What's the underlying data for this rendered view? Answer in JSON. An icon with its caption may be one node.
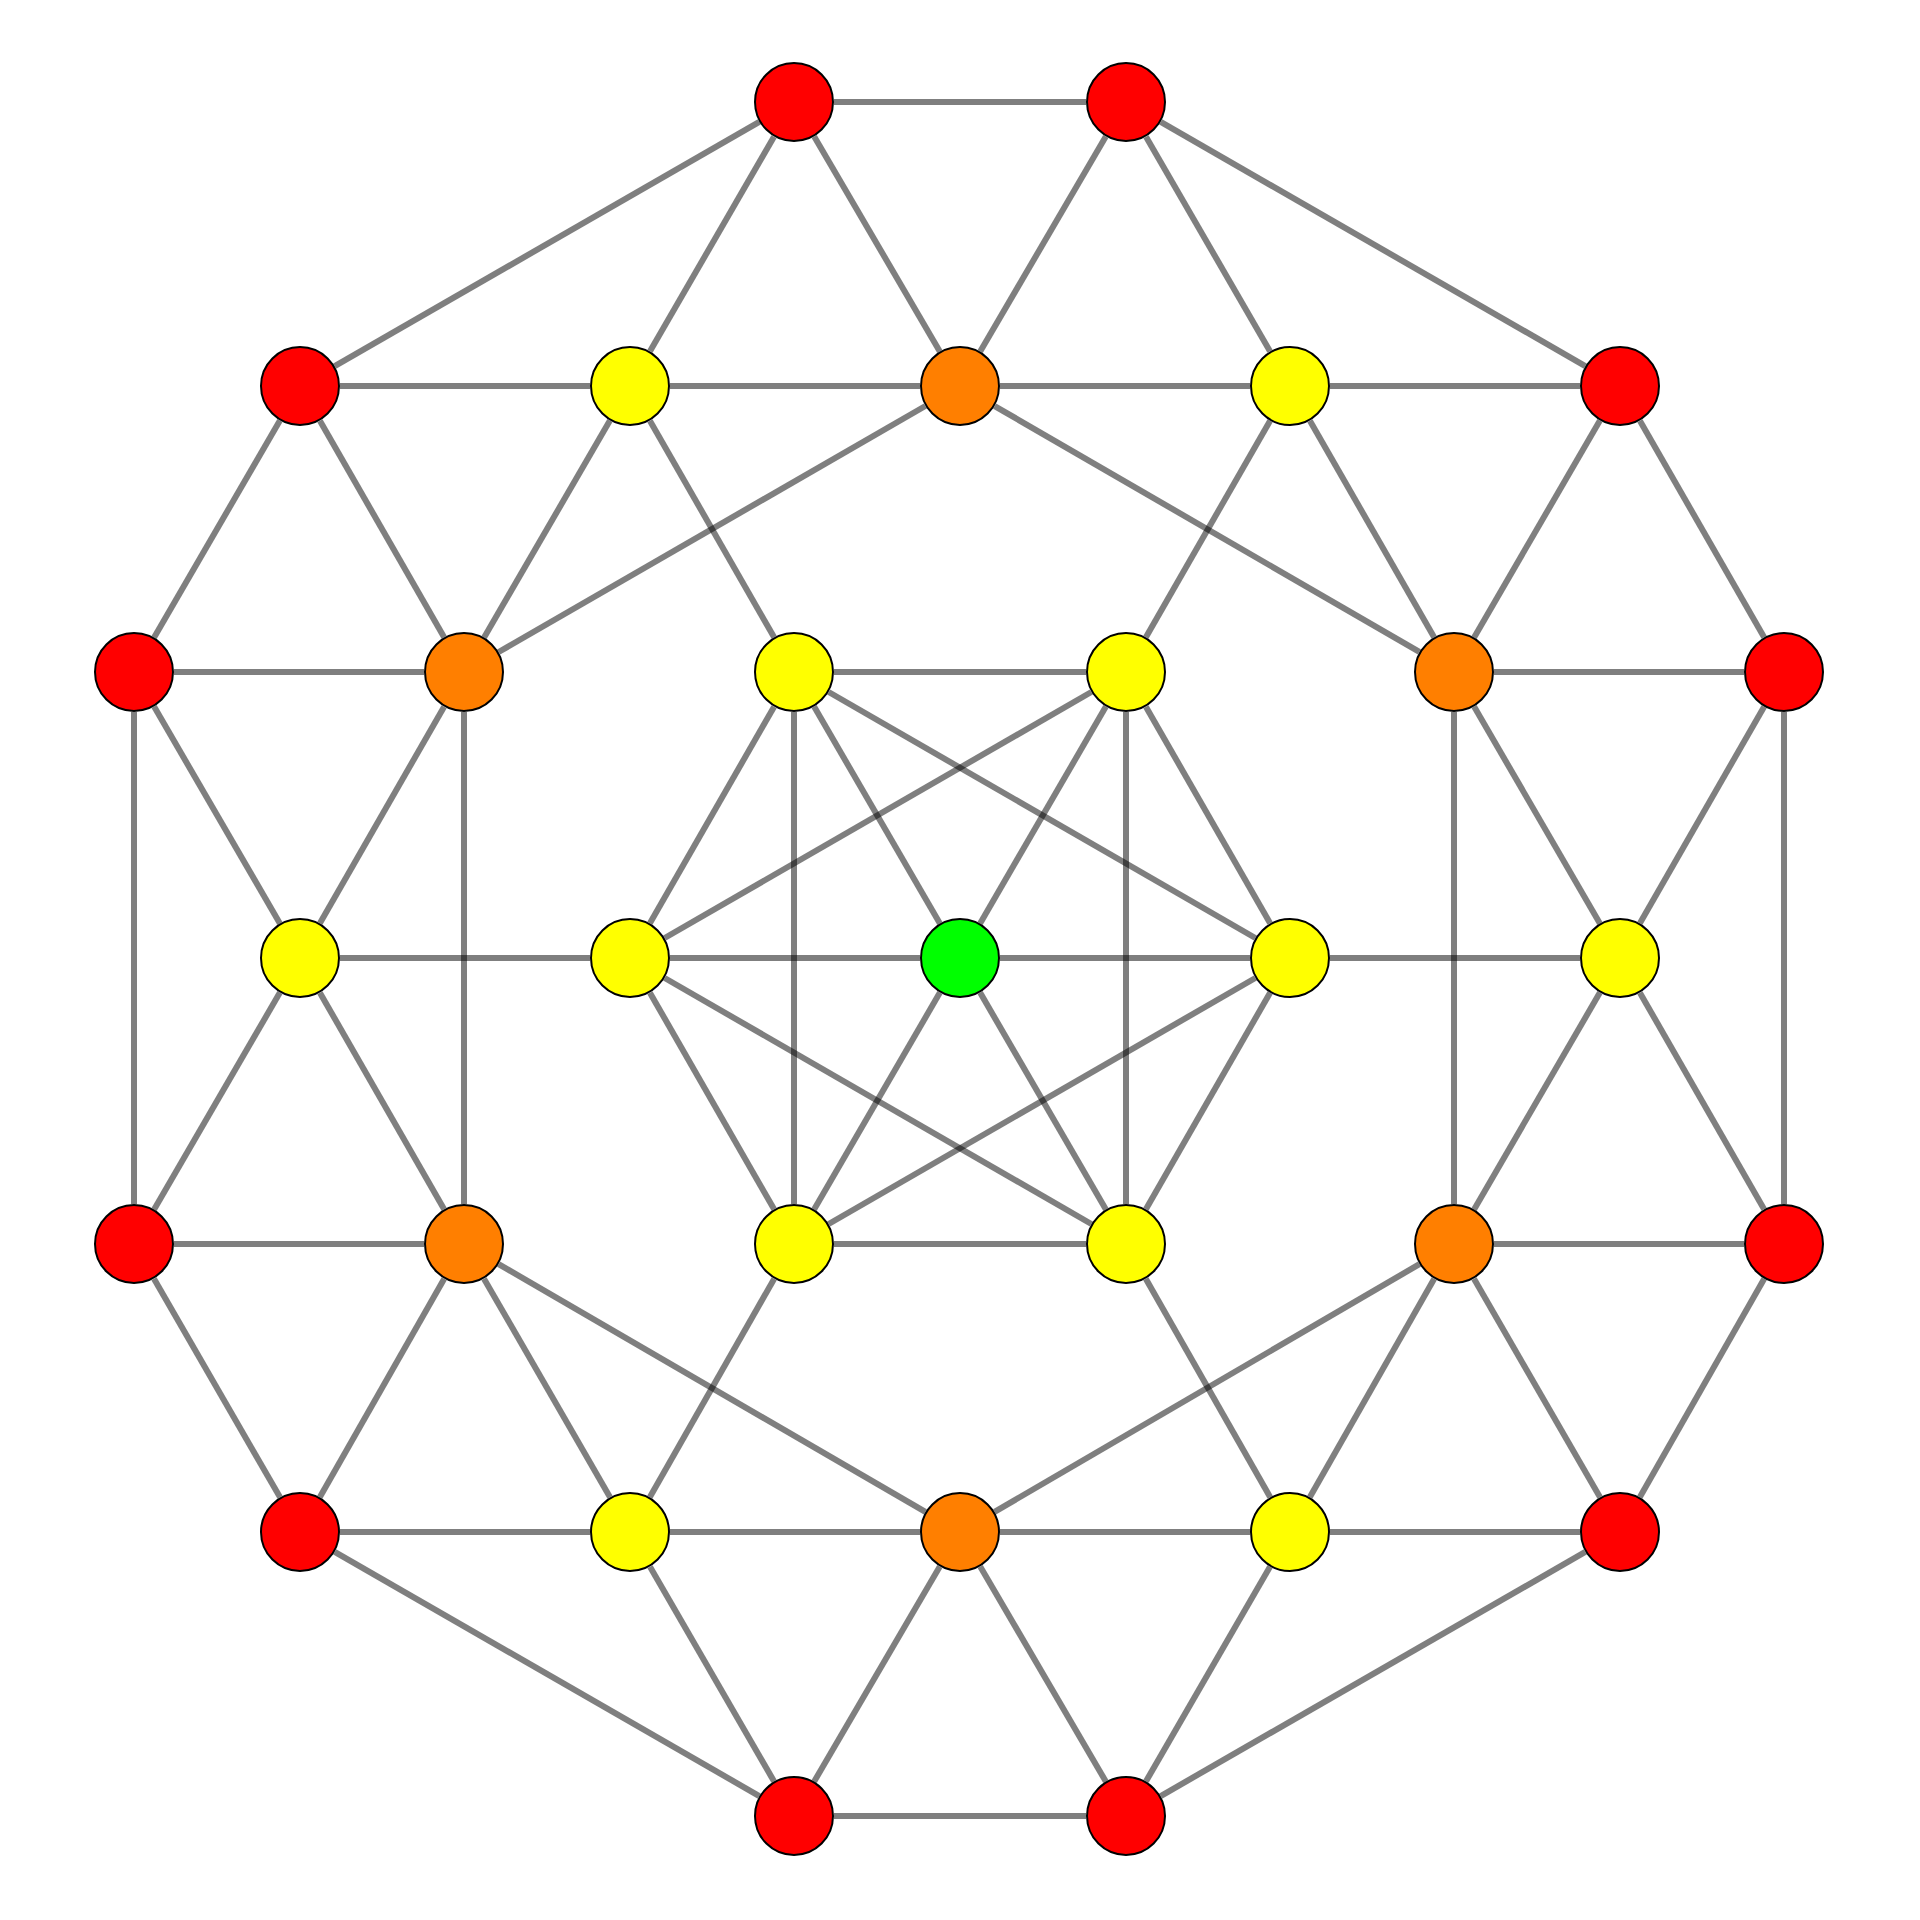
{
  "diagram": {
    "nodes": [
      {
        "text": [],
        "shape": "circle"
      },
      {
        "text": [],
        "shape": "circle"
      },
      {
        "text": [],
        "shape": "circle"
      },
      {
        "text": [],
        "shape": "circle"
      },
      {
        "text": [],
        "shape": "circle"
      },
      {
        "text": [],
        "shape": "circle"
      },
      {
        "text": [],
        "shape": "circle"
      },
      {
        "text": [],
        "shape": "circle"
      },
      {
        "text": [],
        "shape": "circle"
      },
      {
        "text": [],
        "shape": "circle"
      },
      {
        "text": [],
        "shape": "circle"
      },
      {
        "text": [],
        "shape": "circle"
      },
      {
        "text": [],
        "shape": "circle"
      },
      {
        "text": [],
        "shape": "circle"
      },
      {
        "text": [],
        "shape": "circle"
      },
      {
        "text": [],
        "shape": "circle"
      },
      {
        "text": [],
        "shape": "circle"
      },
      {
        "text": [],
        "shape": "circle"
      },
      {
        "text": [],
        "shape": "circle"
      },
      {
        "text": [],
        "shape": "circle"
      },
      {
        "text": [],
        "shape": "circle"
      },
      {
        "text": [],
        "shape": "circle"
      },
      {
        "text": [],
        "shape": "circle"
      },
      {
        "text": [],
        "shape": "circle"
      },
      {
        "text": [],
        "shape": "circle"
      },
      {
        "text": [],
        "shape": "circle"
      },
      {
        "text": [],
        "shape": "circle"
      },
      {
        "text": [],
        "shape": "circle"
      },
      {
        "text": [],
        "shape": "circle"
      },
      {
        "text": [],
        "shape": "circle"
      },
      {
        "text": [],
        "shape": "circle"
      }
    ],
    "edges": [
      {
        "from": 0,
        "to": 1,
        "arrow": "none"
      },
      {
        "from": 1,
        "to": 6,
        "arrow": "none"
      },
      {
        "from": 6,
        "to": 12,
        "arrow": "none"
      },
      {
        "from": 12,
        "to": 23,
        "arrow": "none"
      },
      {
        "from": 23,
        "to": 28,
        "arrow": "none"
      },
      {
        "from": 28,
        "to": 30,
        "arrow": "none"
      },
      {
        "from": 30,
        "to": 29,
        "arrow": "none"
      },
      {
        "from": 29,
        "to": 24,
        "arrow": "none"
      },
      {
        "from": 24,
        "to": 18,
        "arrow": "none"
      },
      {
        "from": 18,
        "to": 7,
        "arrow": "none"
      },
      {
        "from": 7,
        "to": 2,
        "arrow": "none"
      },
      {
        "from": 2,
        "to": 0,
        "arrow": "none"
      },
      {
        "from": 4,
        "to": 11,
        "arrow": "none"
      },
      {
        "from": 11,
        "to": 22,
        "arrow": "none"
      },
      {
        "from": 22,
        "to": 26,
        "arrow": "none"
      },
      {
        "from": 26,
        "to": 19,
        "arrow": "none"
      },
      {
        "from": 19,
        "to": 8,
        "arrow": "none"
      },
      {
        "from": 8,
        "to": 4,
        "arrow": "none"
      },
      {
        "from": 4,
        "to": 0,
        "arrow": "none"
      },
      {
        "from": 4,
        "to": 1,
        "arrow": "none"
      },
      {
        "from": 11,
        "to": 6,
        "arrow": "none"
      },
      {
        "from": 11,
        "to": 12,
        "arrow": "none"
      },
      {
        "from": 22,
        "to": 23,
        "arrow": "none"
      },
      {
        "from": 22,
        "to": 28,
        "arrow": "none"
      },
      {
        "from": 26,
        "to": 30,
        "arrow": "none"
      },
      {
        "from": 26,
        "to": 29,
        "arrow": "none"
      },
      {
        "from": 19,
        "to": 24,
        "arrow": "none"
      },
      {
        "from": 19,
        "to": 18,
        "arrow": "none"
      },
      {
        "from": 8,
        "to": 7,
        "arrow": "none"
      },
      {
        "from": 8,
        "to": 2,
        "arrow": "none"
      },
      {
        "from": 4,
        "to": 3,
        "arrow": "none"
      },
      {
        "from": 4,
        "to": 5,
        "arrow": "none"
      },
      {
        "from": 11,
        "to": 5,
        "arrow": "none"
      },
      {
        "from": 11,
        "to": 17,
        "arrow": "none"
      },
      {
        "from": 22,
        "to": 17,
        "arrow": "none"
      },
      {
        "from": 22,
        "to": 27,
        "arrow": "none"
      },
      {
        "from": 26,
        "to": 27,
        "arrow": "none"
      },
      {
        "from": 26,
        "to": 25,
        "arrow": "none"
      },
      {
        "from": 19,
        "to": 25,
        "arrow": "none"
      },
      {
        "from": 19,
        "to": 13,
        "arrow": "none"
      },
      {
        "from": 8,
        "to": 13,
        "arrow": "none"
      },
      {
        "from": 8,
        "to": 3,
        "arrow": "none"
      },
      {
        "from": 3,
        "to": 2,
        "arrow": "none"
      },
      {
        "from": 3,
        "to": 0,
        "arrow": "none"
      },
      {
        "from": 5,
        "to": 1,
        "arrow": "none"
      },
      {
        "from": 5,
        "to": 6,
        "arrow": "none"
      },
      {
        "from": 17,
        "to": 12,
        "arrow": "none"
      },
      {
        "from": 17,
        "to": 23,
        "arrow": "none"
      },
      {
        "from": 27,
        "to": 28,
        "arrow": "none"
      },
      {
        "from": 27,
        "to": 30,
        "arrow": "none"
      },
      {
        "from": 25,
        "to": 29,
        "arrow": "none"
      },
      {
        "from": 25,
        "to": 24,
        "arrow": "none"
      },
      {
        "from": 13,
        "to": 18,
        "arrow": "none"
      },
      {
        "from": 13,
        "to": 7,
        "arrow": "none"
      },
      {
        "from": 3,
        "to": 9,
        "arrow": "none"
      },
      {
        "from": 5,
        "to": 10,
        "arrow": "none"
      },
      {
        "from": 17,
        "to": 16,
        "arrow": "none"
      },
      {
        "from": 27,
        "to": 21,
        "arrow": "none"
      },
      {
        "from": 25,
        "to": 20,
        "arrow": "none"
      },
      {
        "from": 13,
        "to": 14,
        "arrow": "none"
      },
      {
        "from": 9,
        "to": 10,
        "arrow": "none"
      },
      {
        "from": 10,
        "to": 16,
        "arrow": "none"
      },
      {
        "from": 16,
        "to": 21,
        "arrow": "none"
      },
      {
        "from": 21,
        "to": 20,
        "arrow": "none"
      },
      {
        "from": 20,
        "to": 14,
        "arrow": "none"
      },
      {
        "from": 14,
        "to": 9,
        "arrow": "none"
      },
      {
        "from": 9,
        "to": 16,
        "arrow": "none"
      },
      {
        "from": 10,
        "to": 21,
        "arrow": "none"
      },
      {
        "from": 16,
        "to": 20,
        "arrow": "none"
      },
      {
        "from": 21,
        "to": 14,
        "arrow": "none"
      },
      {
        "from": 20,
        "to": 9,
        "arrow": "none"
      },
      {
        "from": 14,
        "to": 10,
        "arrow": "none"
      },
      {
        "from": 15,
        "to": 9,
        "arrow": "none"
      },
      {
        "from": 15,
        "to": 10,
        "arrow": "none"
      },
      {
        "from": 15,
        "to": 16,
        "arrow": "none"
      },
      {
        "from": 15,
        "to": 21,
        "arrow": "none"
      },
      {
        "from": 15,
        "to": 20,
        "arrow": "none"
      },
      {
        "from": 15,
        "to": 14,
        "arrow": "none"
      }
    ]
  }
}
